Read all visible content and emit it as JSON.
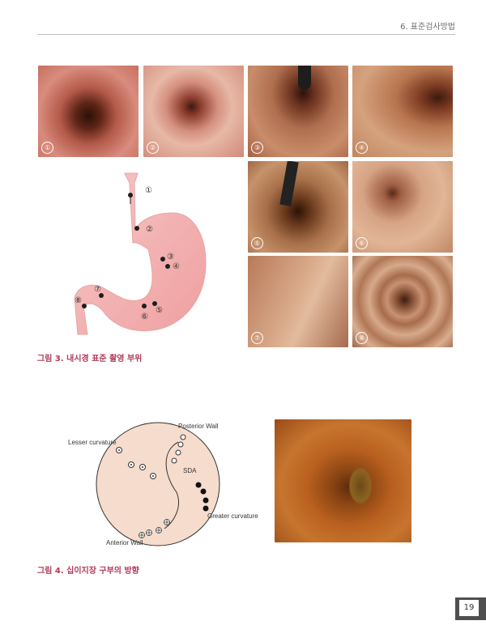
{
  "header": {
    "section": "6. 표준검사방법"
  },
  "figure3": {
    "caption": "그림 3. 내시경 표준 촬영 부위",
    "photo_labels": [
      "①",
      "②",
      "③",
      "④",
      "⑤",
      "⑥",
      "⑦",
      "⑧"
    ],
    "diagram_labels": [
      "①",
      "②",
      "③",
      "④",
      "⑤",
      "⑥",
      "⑦",
      "⑧"
    ]
  },
  "figure4": {
    "caption": "그림 4. 십이지장 구부의 방향",
    "labels": {
      "posterior": "Posterior Wall",
      "lesser": "Lesser curvature",
      "sda": "SDA",
      "greater": "Greater curvature",
      "anterior": "Anterior Wall"
    }
  },
  "page": {
    "number": "19"
  },
  "colors": {
    "caption": "#b03a56",
    "stomach": "#f3b5b5",
    "bulb": "#f4dcc8"
  }
}
